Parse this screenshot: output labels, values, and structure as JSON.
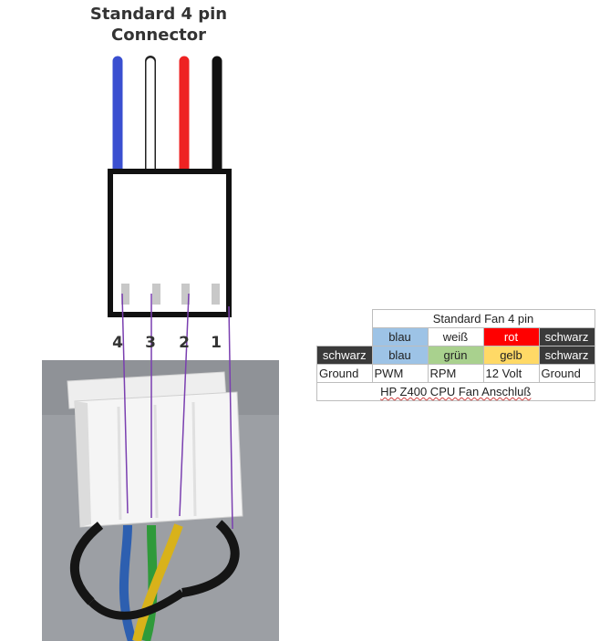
{
  "title_lines": [
    "Standard 4 pin",
    "Connector"
  ],
  "pin_labels": [
    "4",
    "3",
    "2",
    "1"
  ],
  "wire_colors": [
    "#3a4fd0",
    "#ffffff",
    "#ee2222",
    "#111111"
  ],
  "table": {
    "header": "Standard Fan 4 pin",
    "standard_row": [
      {
        "text": "blau",
        "bg": "#9dc3e6",
        "fg": "#222222"
      },
      {
        "text": "weiß",
        "bg": "#ffffff",
        "fg": "#222222"
      },
      {
        "text": "rot",
        "bg": "#ff0000",
        "fg": "#ffffff"
      },
      {
        "text": "schwarz",
        "bg": "#3a3a3a",
        "fg": "#ffffff"
      }
    ],
    "z400_row": [
      {
        "text": "schwarz",
        "bg": "#3a3a3a",
        "fg": "#ffffff"
      },
      {
        "text": "blau",
        "bg": "#9dc3e6",
        "fg": "#222222"
      },
      {
        "text": "grün",
        "bg": "#a9d18e",
        "fg": "#222222"
      },
      {
        "text": "gelb",
        "bg": "#ffd966",
        "fg": "#222222"
      },
      {
        "text": "schwarz",
        "bg": "#3a3a3a",
        "fg": "#ffffff"
      }
    ],
    "function_row": [
      "Ground",
      "PWM",
      "RPM",
      "12 Volt",
      "Ground"
    ],
    "footer": "HP Z400 CPU Fan Anschluß"
  }
}
